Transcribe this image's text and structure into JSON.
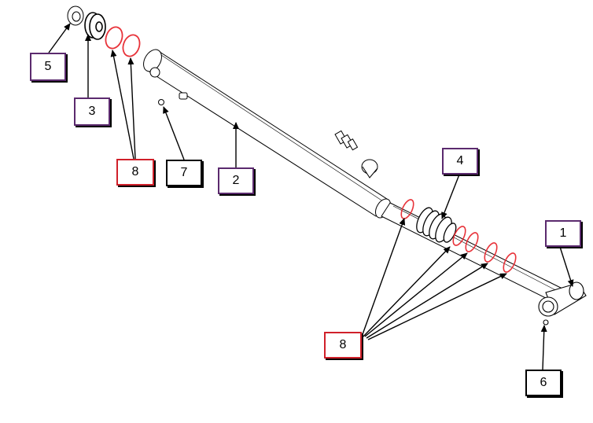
{
  "diagram": {
    "part_labels": [
      {
        "id": "p5",
        "text": "5",
        "border_color": "#5b2a6e"
      },
      {
        "id": "p3",
        "text": "3",
        "border_color": "#5b2a6e"
      },
      {
        "id": "p8a",
        "text": "8",
        "border_color": "#d0202a"
      },
      {
        "id": "p7",
        "text": "7",
        "border_color": "#000000"
      },
      {
        "id": "p2",
        "text": "2",
        "border_color": "#5b2a6e"
      },
      {
        "id": "p4",
        "text": "4",
        "border_color": "#5b2a6e"
      },
      {
        "id": "p1",
        "text": "1",
        "border_color": "#5b2a6e"
      },
      {
        "id": "p8b",
        "text": "8",
        "border_color": "#d0202a"
      },
      {
        "id": "p6",
        "text": "6",
        "border_color": "#000000"
      }
    ],
    "colors": {
      "outline": "#000000",
      "seal_ring": "#e8333a",
      "purple_box": "#5b2a6e",
      "red_box": "#d0202a"
    }
  }
}
